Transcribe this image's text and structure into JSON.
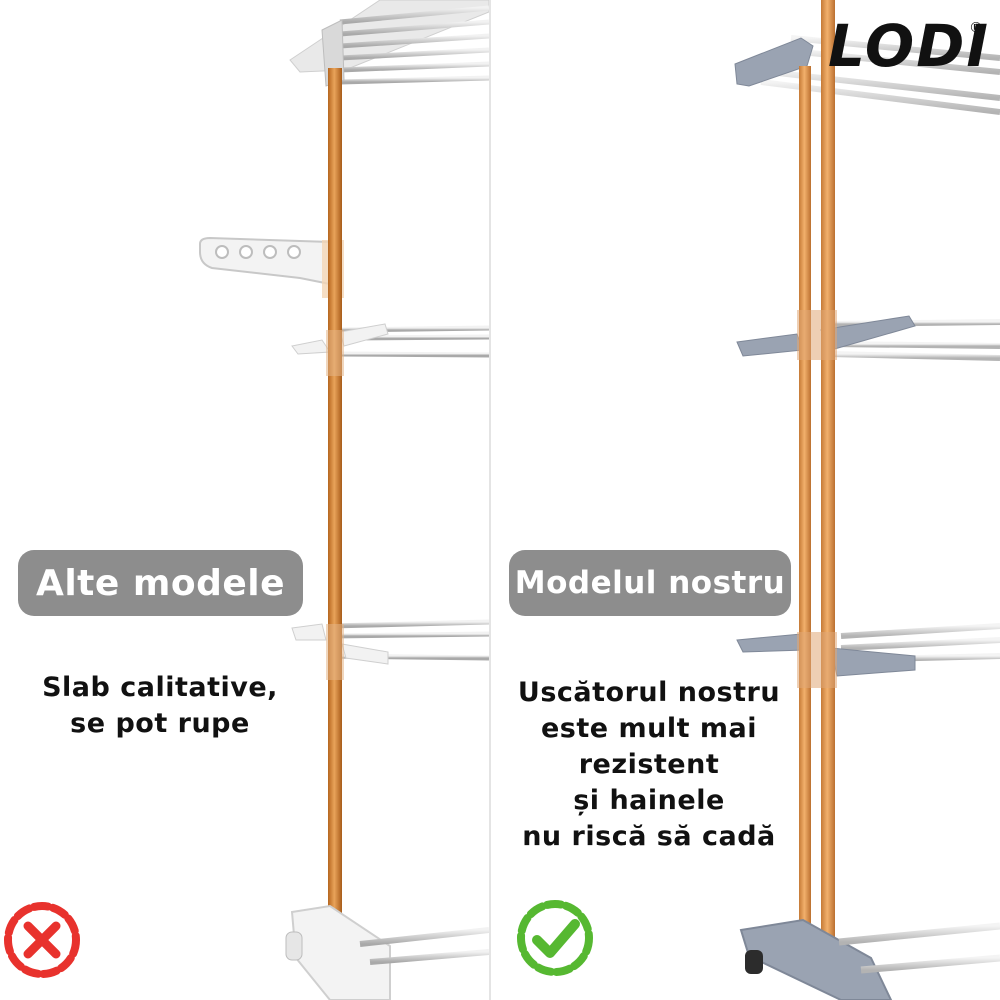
{
  "brand": {
    "logo_text": "LODI",
    "registered_mark": "®"
  },
  "left_panel": {
    "label": "Alte modele",
    "description": [
      "Slab calitative,",
      "se pot rupe"
    ],
    "badge_icon": "cross-mark-icon",
    "badge_color": "#e8322d"
  },
  "right_panel": {
    "label": "Modelul nostru",
    "description": [
      "Uscătorul nostru",
      "este mult mai",
      "rezistent",
      "și hainele",
      "nu riscă să cadă"
    ],
    "badge_icon": "check-mark-icon",
    "badge_color": "#56b831"
  },
  "colors": {
    "pole": "#d68a3c",
    "pill_background": "#8d8d8d",
    "left_plastic": "#f2f2f2",
    "right_plastic": "#9aa3b2",
    "rail": "#c9c9c9"
  }
}
